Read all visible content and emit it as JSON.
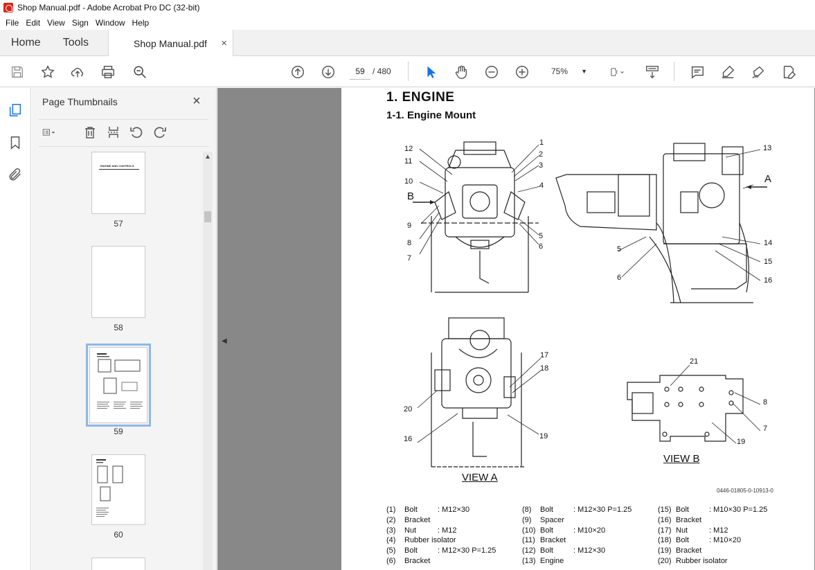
{
  "window": {
    "title": "Shop Manual.pdf - Adobe Acrobat Pro DC (32-bit)"
  },
  "menubar": {
    "items": [
      "File",
      "Edit",
      "View",
      "Sign",
      "Window",
      "Help"
    ]
  },
  "tabs": {
    "home": "Home",
    "tools": "Tools",
    "document": "Shop Manual.pdf",
    "close": "×"
  },
  "toolbar": {
    "current_page": "59",
    "total_pages": "/ 480",
    "zoom": "75%"
  },
  "thumbnail_panel": {
    "title": "Page Thumbnails",
    "close": "×",
    "pages": [
      {
        "label": "57",
        "heading": "ENGINE AND CONTROLS"
      },
      {
        "label": "58"
      },
      {
        "label": "59"
      },
      {
        "label": "60"
      }
    ]
  },
  "document": {
    "heading": "1. ENGINE",
    "subheading": "1-1. Engine Mount",
    "figure_code": "0446-01805-0-10913-0",
    "view_a": "VIEW A",
    "view_b": "VIEW B",
    "arrow_a": "A",
    "arrow_b": "B",
    "callouts_front": [
      "1",
      "2",
      "3",
      "4",
      "5",
      "6",
      "7",
      "8",
      "9",
      "10",
      "11",
      "12"
    ],
    "callouts_side": [
      "13",
      "14",
      "15",
      "16",
      "5",
      "6"
    ],
    "callouts_view_a": [
      "17",
      "18",
      "19",
      "20",
      "16"
    ],
    "callouts_view_b": [
      "21",
      "8",
      "7",
      "19"
    ],
    "parts_col1": [
      {
        "num": "(1)",
        "name": "Bolt",
        "spec": ": M12×30"
      },
      {
        "num": "(2)",
        "name": "Bracket",
        "spec": ""
      },
      {
        "num": "(3)",
        "name": "Nut",
        "spec": ": M12"
      },
      {
        "num": "(4)",
        "name": "Rubber isolator",
        "spec": ""
      },
      {
        "num": "(5)",
        "name": "Bolt",
        "spec": ": M12×30 P=1.25"
      },
      {
        "num": "(6)",
        "name": "Bracket",
        "spec": ""
      }
    ],
    "parts_col2": [
      {
        "num": "(8)",
        "name": "Bolt",
        "spec": ": M12×30 P=1.25"
      },
      {
        "num": "(9)",
        "name": "Spacer",
        "spec": ""
      },
      {
        "num": "(10)",
        "name": "Bolt",
        "spec": ": M10×20"
      },
      {
        "num": "(11)",
        "name": "Bracket",
        "spec": ""
      },
      {
        "num": "(12)",
        "name": "Bolt",
        "spec": ": M12×30"
      },
      {
        "num": "(13)",
        "name": "Engine",
        "spec": ""
      }
    ],
    "parts_col3": [
      {
        "num": "(15)",
        "name": "Bolt",
        "spec": ": M10×30 P=1.25"
      },
      {
        "num": "(16)",
        "name": "Bracket",
        "spec": ""
      },
      {
        "num": "(17)",
        "name": "Nut",
        "spec": ": M12"
      },
      {
        "num": "(18)",
        "name": "Bolt",
        "spec": ": M10×20"
      },
      {
        "num": "(19)",
        "name": "Bracket",
        "spec": ""
      },
      {
        "num": "(20)",
        "name": "Rubber isolator",
        "spec": ""
      }
    ]
  }
}
